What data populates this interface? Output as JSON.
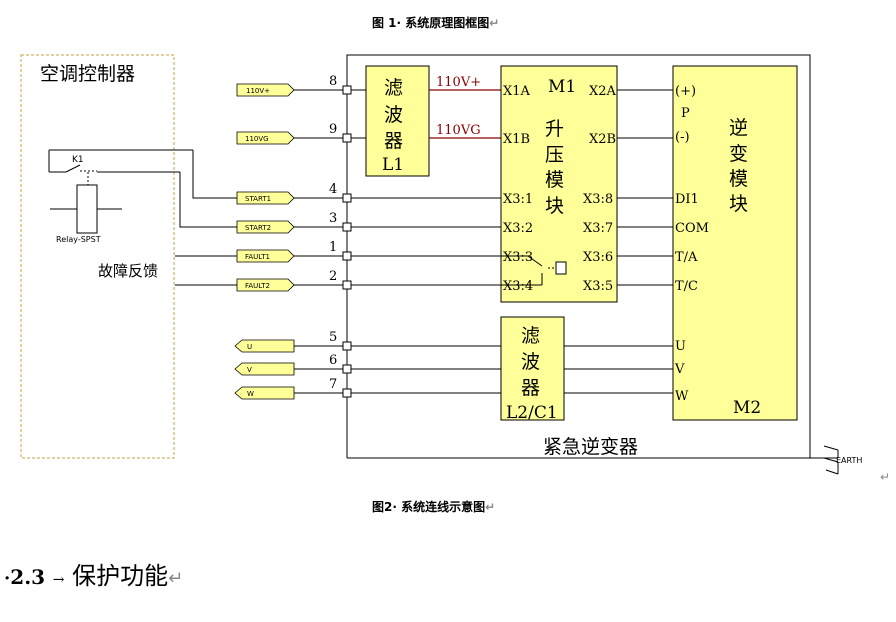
{
  "captions": {
    "figure1": "图 1· 系统原理图框图",
    "figure2": "图2· 系统连线示意图",
    "return_mark": "↵"
  },
  "section": {
    "bullet": "·",
    "number": "2.3",
    "arrow": "→",
    "title": "保护功能"
  },
  "diagram": {
    "controller_title": "空调控制器",
    "relay_ref": "K1",
    "relay_type": "Relay-SPST",
    "fault_feedback": "故障反馈",
    "terminals": [
      {
        "label": "110V+",
        "pin": "8"
      },
      {
        "label": "110VG",
        "pin": "9"
      },
      {
        "label": "START1",
        "pin": "4"
      },
      {
        "label": "START2",
        "pin": "3"
      },
      {
        "label": "FAULT1",
        "pin": "1"
      },
      {
        "label": "FAULT2",
        "pin": "2"
      },
      {
        "label": "U",
        "pin": "5"
      },
      {
        "label": "V",
        "pin": "6"
      },
      {
        "label": "W",
        "pin": "7"
      }
    ],
    "filter1": {
      "l1": "滤",
      "l2": "波",
      "l3": "器",
      "l4": "L1"
    },
    "filter1_out": {
      "plus": "110V+",
      "g": "110VG"
    },
    "boost": {
      "name": "M1",
      "c1": "升",
      "c2": "压",
      "c3": "模",
      "c4": "块",
      "left_pins": [
        "X1A",
        "X1B",
        "X3:1",
        "X3:2",
        "X3:3",
        "X3:4"
      ],
      "right_pins": [
        "X2A",
        "X2B",
        "X3:8",
        "X3:7",
        "X3:6",
        "X3:5"
      ]
    },
    "inverter_module": {
      "c1": "逆",
      "c2": "变",
      "c3": "模",
      "c4": "块",
      "pins": [
        "(+)",
        "P",
        "(-)",
        "DI1",
        "COM",
        "T/A",
        "T/C",
        "U",
        "V",
        "W"
      ],
      "name": "M2"
    },
    "filter2": {
      "l1": "滤",
      "l2": "波",
      "l3": "器",
      "l4": "L2/C1"
    },
    "enclosure_title": "紧急逆变器",
    "earth": "EARTH"
  },
  "colors": {
    "block_fill": "#FFFF99",
    "line": "#000000",
    "dashed_border": "#C8A040"
  }
}
